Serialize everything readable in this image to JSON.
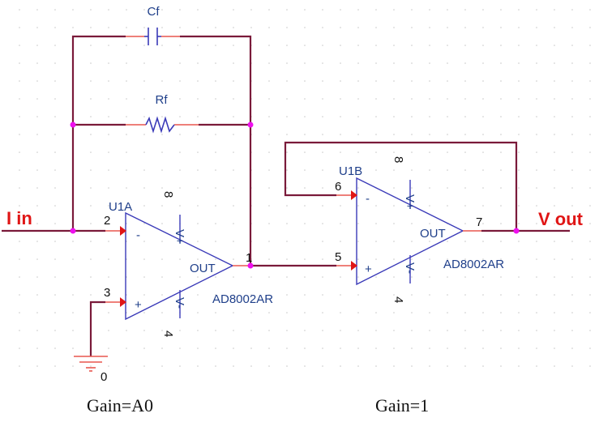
{
  "diagram": {
    "type": "circuit-schematic",
    "colors": {
      "wire": "#7a1a3a",
      "pin": "#e8574f",
      "pin_arrow": "#e01515",
      "opamp": "#3a3ab8",
      "component_text": "#1f3f8a",
      "net_label": "#e01515",
      "junction": "#ee10ee"
    },
    "components": {
      "cf": {
        "ref": "Cf"
      },
      "rf": {
        "ref": "Rf"
      },
      "u1a": {
        "ref": "U1A",
        "part": "AD8002AR",
        "out_label": "OUT",
        "inv_sign": "-",
        "noninv_sign": "+",
        "pin_inv": "2",
        "pin_noninv": "3",
        "pin_out": "1",
        "pin_vpos": "8",
        "pin_vneg": "4",
        "vpos_label": "V+",
        "vneg_label": "V-"
      },
      "u1b": {
        "ref": "U1B",
        "part": "AD8002AR",
        "out_label": "OUT",
        "inv_sign": "-",
        "noninv_sign": "+",
        "pin_inv": "6",
        "pin_noninv": "5",
        "pin_out": "7",
        "pin_vpos": "8",
        "pin_vneg": "4",
        "vpos_label": "V+",
        "vneg_label": "V-"
      },
      "ground": {
        "net": "0"
      }
    },
    "net_labels": {
      "input": "I in",
      "output": "V out"
    },
    "captions": {
      "stage1": "Gain=A0",
      "stage2": "Gain=1"
    }
  }
}
